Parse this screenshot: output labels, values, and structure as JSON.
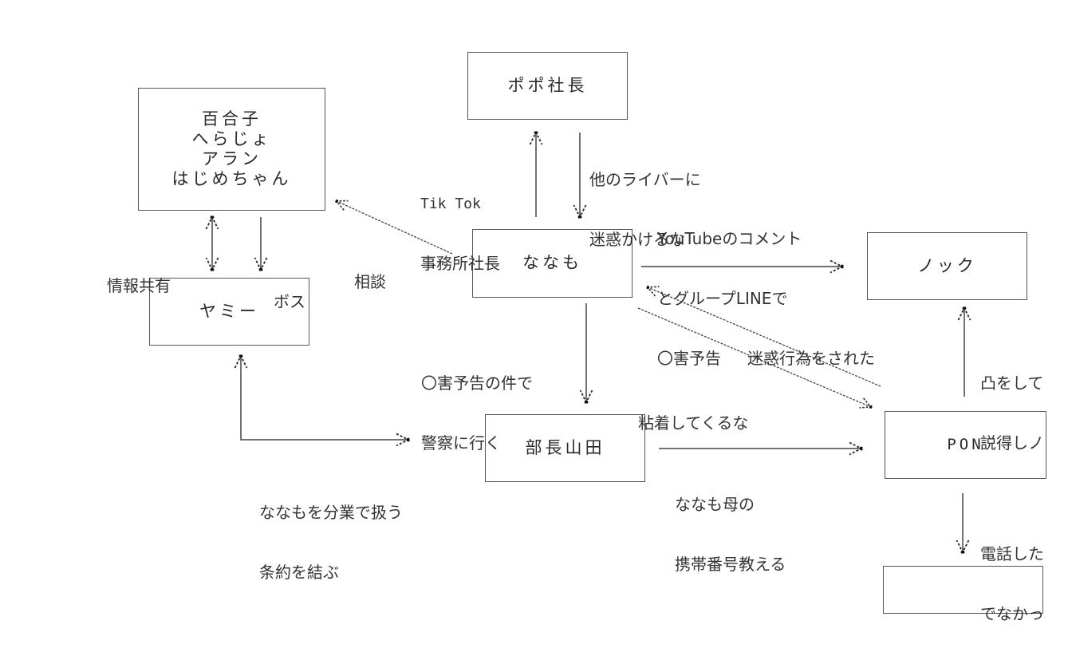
{
  "diagram": {
    "nodes": {
      "yuriko_group": [
        "百合子",
        "へらじょ",
        "アラン",
        "はじめちゃん"
      ],
      "popo": [
        "ポポ社長"
      ],
      "nanamo": [
        "ななも"
      ],
      "yami": [
        "ヤミー"
      ],
      "knock": [
        "ノック"
      ],
      "bucho_yamada": [
        "部長山田"
      ],
      "pon": [
        "PON"
      ],
      "bottom_right": []
    },
    "labels": {
      "tiktok": [
        "Tik Tok",
        "事務所社長"
      ],
      "popo_to_nanamo": [
        "他のライバーに",
        "迷惑かけるな"
      ],
      "soudan": [
        "相談"
      ],
      "joho": [
        "情報共有"
      ],
      "boss": [
        "ボス"
      ],
      "youtube": [
        "YouTubeのコメント",
        "とグループLINEで",
        "〇害予告"
      ],
      "meiwaku": [
        "迷惑行為をされた"
      ],
      "keisatsu": [
        "〇害予告の件で",
        "警察に行く"
      ],
      "nenchaku": [
        "粘着してくるな"
      ],
      "totsu": [
        "凸をして",
        "説得しノ"
      ],
      "bungyo": [
        "ななもを分業で扱う",
        "条約を結ぶ"
      ],
      "haha": [
        "ななも母の",
        "携帯番号教える"
      ],
      "denwa": [
        "電話した",
        "でなかっ"
      ]
    },
    "edges": [
      {
        "from": "nanamo",
        "to": "popo",
        "label": "tiktok",
        "style": "solid"
      },
      {
        "from": "popo",
        "to": "nanamo",
        "label": "popo_to_nanamo",
        "style": "solid"
      },
      {
        "from": "nanamo",
        "to": "yuriko_group",
        "label": "soudan",
        "style": "dashed"
      },
      {
        "from": "yuriko_group",
        "to": "yami",
        "label": "joho",
        "style": "solid",
        "bidirectional": true
      },
      {
        "from": "yuriko_group",
        "to": "yami",
        "label": "boss",
        "style": "solid"
      },
      {
        "from": "nanamo",
        "to": "knock",
        "label": "youtube",
        "style": "solid"
      },
      {
        "from": "pon",
        "to": "nanamo",
        "label": "meiwaku",
        "style": "dashed"
      },
      {
        "from": "nanamo",
        "to": "pon",
        "label": "nenchaku",
        "style": "dashed"
      },
      {
        "from": "nanamo",
        "to": "bucho_yamada",
        "label": "keisatsu",
        "style": "solid"
      },
      {
        "from": "pon",
        "to": "knock",
        "label": "totsu",
        "style": "solid"
      },
      {
        "from": "yami",
        "to": "bucho_yamada",
        "label": "bungyo",
        "style": "solid",
        "bidirectional": true
      },
      {
        "from": "bucho_yamada",
        "to": "pon",
        "label": "haha",
        "style": "solid"
      },
      {
        "from": "pon",
        "to": "bottom_right",
        "label": "denwa",
        "style": "solid"
      }
    ]
  }
}
